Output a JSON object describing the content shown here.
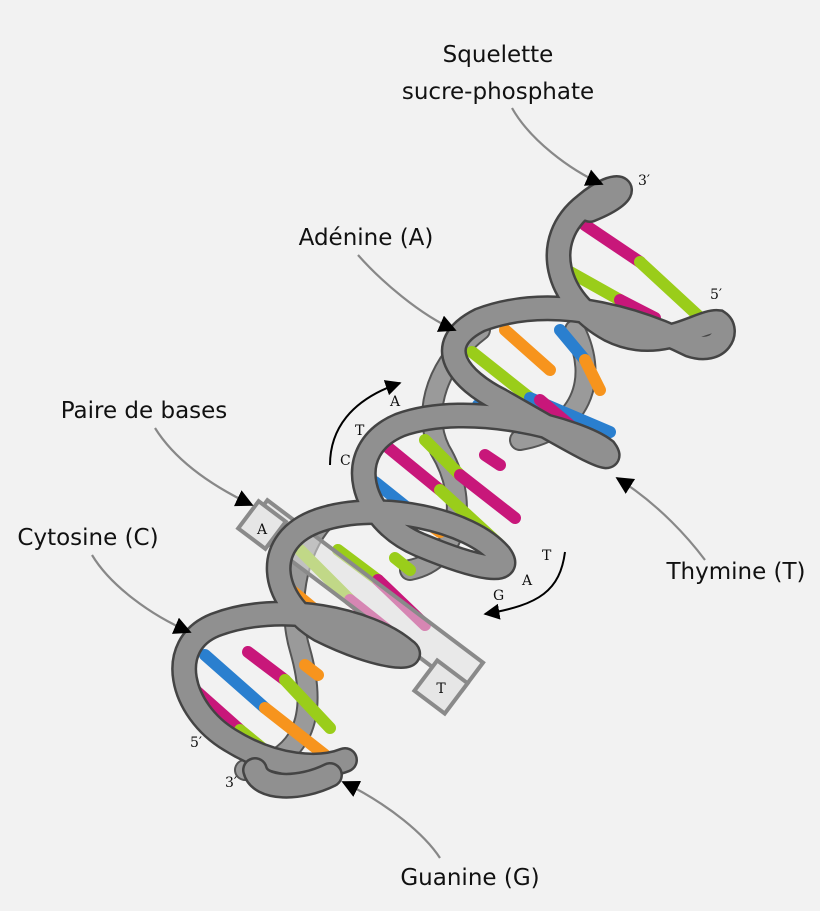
{
  "labels": {
    "backbone_line1": "Squelette",
    "backbone_line2": "sucre-phosphate",
    "adenine": "Adénine (A)",
    "base_pair": "Paire de bases",
    "cytosine": "Cytosine (C)",
    "thymine": "Thymine (T)",
    "guanine": "Guanine (G)"
  },
  "strand_ends": {
    "top_3": "3′",
    "top_5": "5′",
    "bottom_5": "5′",
    "bottom_3": "3′"
  },
  "pairing": {
    "pair_box_left": "A",
    "pair_box_right": "T",
    "upper_arc": [
      "C",
      "T",
      "A"
    ],
    "lower_arc": [
      "T",
      "A",
      "G"
    ]
  },
  "colors": {
    "adenine": "#9acd1a",
    "thymine": "#2a7fcf",
    "cytosine": "#c8177a",
    "guanine": "#f7941d",
    "backbone": "#8f8f8f"
  }
}
